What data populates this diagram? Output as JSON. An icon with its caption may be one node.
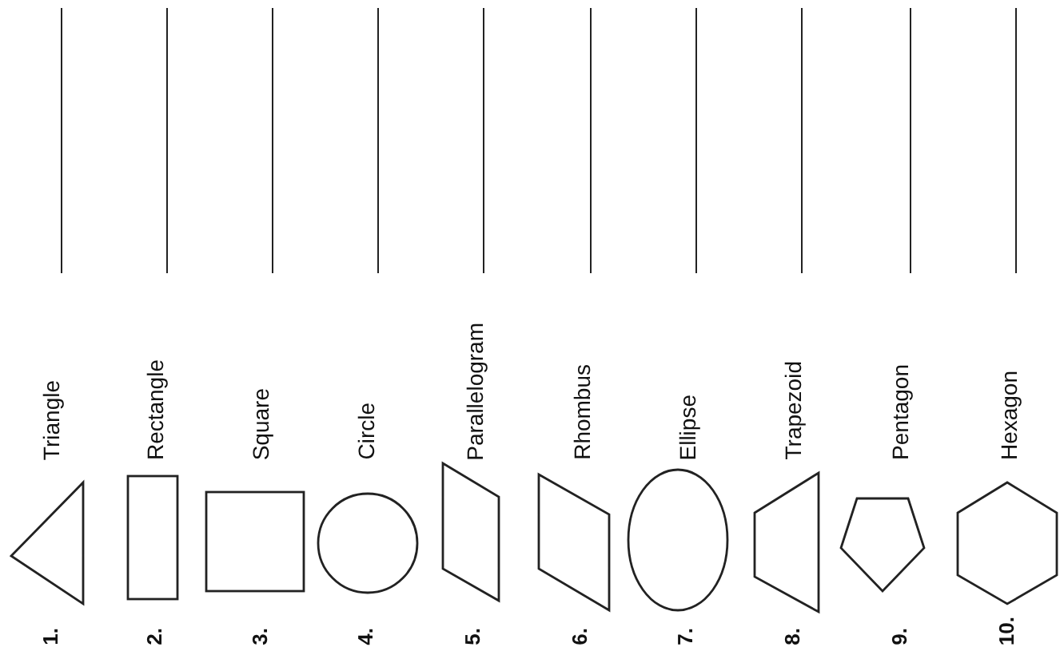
{
  "diagram": {
    "labels": [
      "1.",
      "Triangle",
      "2.",
      "Rectangle",
      "3.",
      "Square",
      "4.",
      "Circle",
      "5.",
      "Parallelogram",
      "6.",
      "Rhombus",
      "7.",
      "Ellipse",
      "8.",
      "Trapezoid",
      "9.",
      "Pentagon",
      "10.",
      "Hexagon"
    ]
  }
}
